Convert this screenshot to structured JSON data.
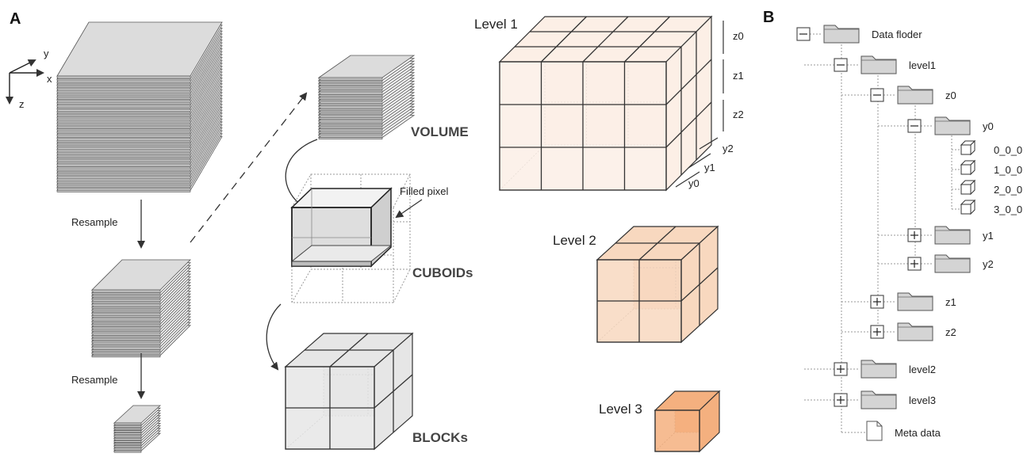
{
  "panel_a": {
    "label": "A",
    "axes": {
      "x": "x",
      "y": "y",
      "z": "z"
    },
    "resample_1": "Resample",
    "resample_2": "Resample",
    "volume": "VOLUME",
    "cuboids": "CUBOIDs",
    "blocks": "BLOCKs",
    "filled_pixel": "Filled pixel",
    "level1": "Level 1",
    "level2": "Level 2",
    "level3": "Level 3",
    "z_labels": [
      "z0",
      "z1",
      "z2"
    ],
    "y_labels": [
      "y2",
      "y1",
      "y0"
    ]
  },
  "panel_b": {
    "label": "B",
    "tree": [
      {
        "name": "Data floder",
        "toggle": "minus"
      },
      {
        "name": "level1",
        "toggle": "minus"
      },
      {
        "name": "z0",
        "toggle": "minus"
      },
      {
        "name": "y0",
        "toggle": "minus"
      },
      {
        "name": "0_0_0",
        "toggle": "cube"
      },
      {
        "name": "1_0_0",
        "toggle": "cube"
      },
      {
        "name": "2_0_0",
        "toggle": "cube"
      },
      {
        "name": "3_0_0",
        "toggle": "cube"
      },
      {
        "name": "y1",
        "toggle": "plus"
      },
      {
        "name": "y2",
        "toggle": "plus"
      },
      {
        "name": "z1",
        "toggle": "plus"
      },
      {
        "name": "z2",
        "toggle": "plus"
      },
      {
        "name": "level2",
        "toggle": "plus"
      },
      {
        "name": "level3",
        "toggle": "plus"
      },
      {
        "name": "Meta data",
        "toggle": "file"
      }
    ]
  },
  "colors": {
    "level1_fill": "#fcefe6",
    "level2_fill": "#f8d8bf",
    "level3_fill": "#f4b07f",
    "slice_fill": "#e8e8e8",
    "block_fill": "#e6e6e6",
    "folder_fill": "#d4d4d4"
  }
}
